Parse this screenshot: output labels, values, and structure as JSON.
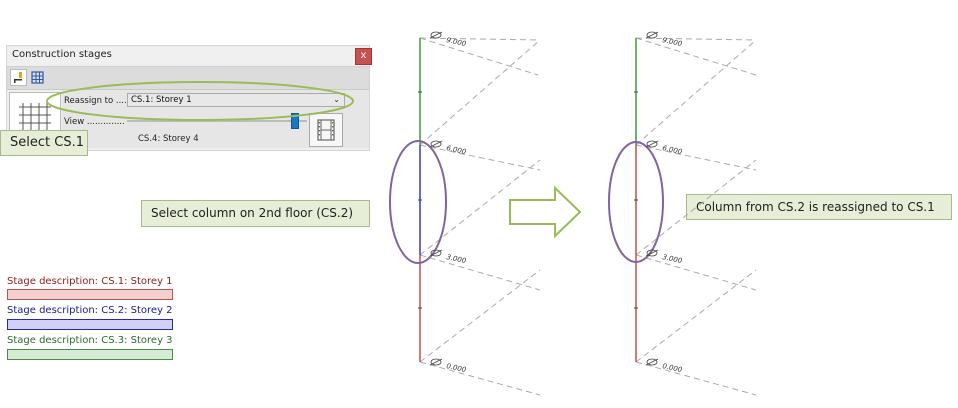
{
  "panel": {
    "title": "Construction stages",
    "close_label": "x",
    "reassign_label": "Reassign to ....",
    "reassign_value": "CS.1: Storey 1",
    "view_label": "View ..............",
    "view_stage_value": "CS.4: Storey 4",
    "view_level": 0.95
  },
  "notes": {
    "select_cs": "Select CS.1",
    "select_column": "Select column on 2nd floor (CS.2)",
    "result": "Column from CS.2 is reassigned to CS.1"
  },
  "legend": [
    {
      "label": "Stage description: CS.1: Storey 1",
      "text_color": "#8b1a1a",
      "fill": "#f4d0d0",
      "border": "#c05050"
    },
    {
      "label": "Stage description: CS.2: Storey 2",
      "text_color": "#1a1a8b",
      "fill": "#d0d0f8",
      "border": "#2a2a9a"
    },
    {
      "label": "Stage description: CS.3: Storey 3",
      "text_color": "#2a6a2a",
      "fill": "#d4ecd4",
      "border": "#4a8a4a"
    }
  ],
  "levels": {
    "left": [
      "9.000",
      "6.000",
      "3.000",
      "0.000"
    ],
    "right": [
      "9.000",
      "6.000",
      "3.000",
      "0.000"
    ]
  },
  "colors": {
    "cs1_column": "#c0504d",
    "cs2_column": "#3a3ab0",
    "cs3_column": "#3a9a3a",
    "highlight_ellipse": "#8064a2",
    "select_ellipse": "#9bbb59",
    "arrow": "#9bbb59"
  },
  "icons": {
    "toolbar_1": "stage-edit-icon",
    "toolbar_2": "stage-grid-icon",
    "big_button": "grid-table-icon",
    "film": "film-strip-icon",
    "flow": "right-arrow-icon"
  }
}
